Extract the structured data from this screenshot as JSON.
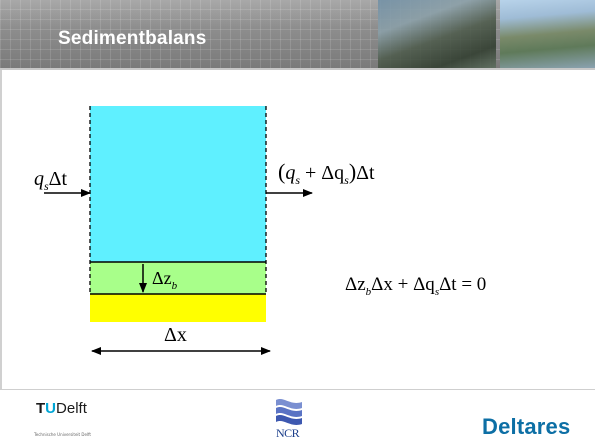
{
  "header": {
    "title": "Sedimentbalans"
  },
  "diagram": {
    "label_inflow": "q",
    "label_inflow_sub": "s",
    "label_inflow_dt": "Δt",
    "label_outflow_open": "(",
    "label_outflow_q": "q",
    "label_outflow_sub": "s",
    "label_outflow_plus": " + Δq",
    "label_outflow_sub2": "s",
    "label_outflow_close": ")",
    "label_outflow_dt": "Δt",
    "label_dz": "Δz",
    "label_dz_sub": "b",
    "label_dx": "Δx",
    "equation_part1": "Δz",
    "equation_sub1": "b",
    "equation_part2": "Δx + Δq",
    "equation_sub2": "s",
    "equation_part3": "Δt = 0",
    "colors": {
      "water": "#5ff0ff",
      "deposit": "#a8ff8a",
      "bed": "#ffff00"
    }
  },
  "footer": {
    "tud_prefix": "T",
    "tud_u": "U",
    "tud_name": "Delft",
    "tud_sub": "Technische Universiteit Delft",
    "ncr": "NCR",
    "deltares": "Deltares"
  }
}
